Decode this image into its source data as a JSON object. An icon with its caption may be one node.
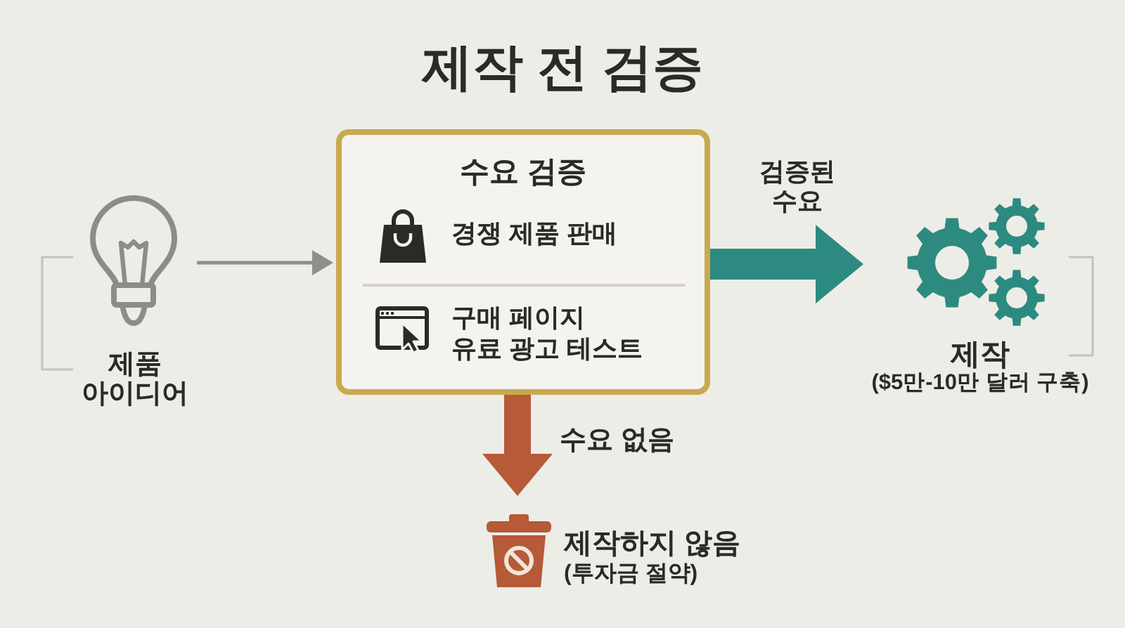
{
  "diagram": {
    "title": "제작 전 검증",
    "nodes": [
      {
        "text": [
          "제품 아이디어"
        ]
      },
      {
        "text": [
          "수요 검증",
          "경쟁 제품 판매",
          "구매 페이지 유료 광고 테스트"
        ]
      },
      {
        "text": [
          "제작",
          "($5만-10만 달러 구축)"
        ]
      },
      {
        "text": [
          "제작하지 않음",
          "(투자금 절약)"
        ]
      }
    ],
    "edges": [
      {
        "from": 0,
        "to": 1,
        "arrow": "to"
      },
      {
        "from": 1,
        "to": 2,
        "arrow": "to",
        "label": "검증된 수요",
        "color": "#2d8a80"
      },
      {
        "from": 1,
        "to": 3,
        "arrow": "to",
        "label": "수요 없음",
        "color": "#b65a38"
      }
    ]
  }
}
